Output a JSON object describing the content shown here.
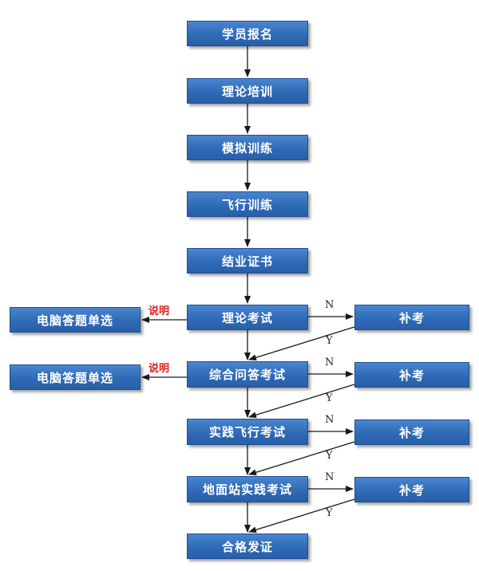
{
  "nodes": {
    "enroll": "学员报名",
    "theory_training": "理论培训",
    "sim_training": "模拟训练",
    "flight_training": "飞行训练",
    "certificate": "结业证书",
    "theory_exam": "理论考试",
    "qa_exam": "综合问答考试",
    "flight_exam": "实践飞行考试",
    "ground_exam": "地面站实践考试",
    "certify": "合格发证",
    "makeup_1": "补考",
    "makeup_2": "补考",
    "makeup_3": "补考",
    "makeup_4": "补考",
    "computer_1": "电脑答题单选",
    "computer_2": "电脑答题单选"
  },
  "notes": {
    "explain_1": "说明",
    "explain_2": "说明"
  },
  "edge_labels": {
    "n1": "N",
    "y1": "Y",
    "n2": "N",
    "y2": "Y",
    "n3": "N",
    "y3": "Y",
    "n4": "N",
    "y4": "Y"
  },
  "colors": {
    "node_fill": "#2f6ab6",
    "node_text": "#ffffff",
    "note_text": "#e02020",
    "arrow": "#1a1a1a"
  }
}
